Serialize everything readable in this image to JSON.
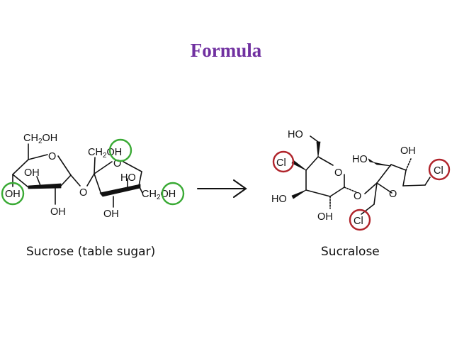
{
  "title": "Formula",
  "arrow_icon": "right-arrow-icon",
  "highlight_colors": {
    "removed_hydroxyl": "#3aaa35",
    "chlorine": "#b0242b"
  },
  "sucrose": {
    "caption": "Sucrose (table sugar)",
    "labels": {
      "ch2oh_top_main": "CH",
      "ch2oh_top_sub": "2",
      "ch2oh_top_end": "OH",
      "ring_o_left": "O",
      "oh_ring_inner": "OH",
      "oh_left": "OH",
      "oh_bottom_left": "OH",
      "bridge_o": "O",
      "ch2oh_fru_main": "CH",
      "ch2oh_fru_sub": "2",
      "ch2oh_fru_end": "OH",
      "ring_o_right": "O",
      "ho_fru": "HO",
      "oh_bottom_fru": "OH",
      "ch2oh_right_main": "CH",
      "ch2oh_right_sub": "2",
      "ch2oh_right_end": "OH"
    }
  },
  "sucralose": {
    "caption": "Sucralose",
    "labels": {
      "ho_top": "HO",
      "cl_left": "Cl",
      "ring_o_left": "O",
      "ho_left": "HO",
      "oh_bottom": "OH",
      "bridge_o": "O",
      "ho_fru": "HO",
      "oh_fru": "OH",
      "ring_o_right": "O",
      "cl_right": "Cl",
      "cl_bottom": "Cl"
    }
  }
}
